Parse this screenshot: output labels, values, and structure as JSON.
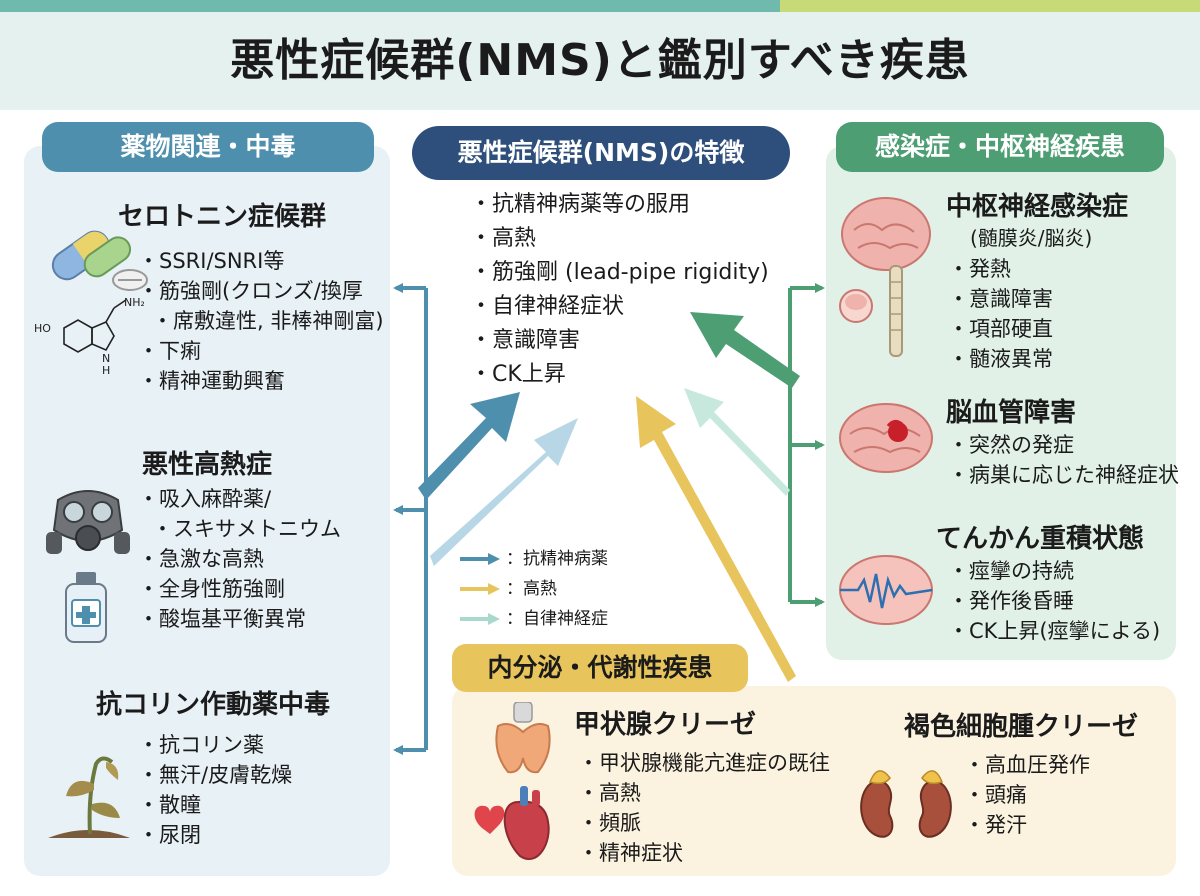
{
  "title": "悪性症候群(NMS)と鑑別すべき疾患",
  "colors": {
    "drug": "#4d8fac",
    "nms": "#2e4f7c",
    "infect": "#4e9e74",
    "endo": "#e7c45c",
    "arrow_blue": "#4d8fac",
    "arrow_yellow": "#e7c45c",
    "arrow_light": "#a9d9cc"
  },
  "nms": {
    "label": "悪性症候群(NMS)の特徴",
    "items": [
      "抗精神病薬等の服用",
      "高熱",
      "筋強剛 (lead-pipe rigidity)",
      "自律神経症状",
      "意識障害",
      "CK上昇"
    ]
  },
  "drug": {
    "label": "薬物関連・中毒",
    "serotonin": {
      "title": "セロトニン症候群",
      "items": [
        "SSRI/SNRI等",
        "筋強剛(クロンズ/換厚",
        "席敷違性, 非棒神剛富)",
        "下痢",
        "精神運動興奮"
      ],
      "molecule": {
        "nh2": "NH₂",
        "ho": "HO",
        "n": "N",
        "h": "H"
      }
    },
    "hyperthermia": {
      "title": "悪性高熱症",
      "items": [
        "吸入麻酔薬/",
        "スキサメトニウム",
        "急激な高熱",
        "全身性筋強剛",
        "酸塩基平衡異常"
      ]
    },
    "anticholinergic": {
      "title": "抗コリン作動薬中毒",
      "items": [
        "抗コリン薬",
        "無汗/皮膚乾燥",
        "散瞳",
        "尿閉"
      ]
    }
  },
  "infect": {
    "label": "感染症・中枢神経疾患",
    "cns": {
      "title": "中枢神経感染症",
      "subtitle": "(髄膜炎/脳炎)",
      "items": [
        "発熱",
        "意識障害",
        "項部硬直",
        "髄液異常"
      ]
    },
    "stroke": {
      "title": "脳血管障害",
      "items": [
        "突然の発症",
        "病巣に応じた神経症状"
      ]
    },
    "epilepsy": {
      "title": "てんかん重積状態",
      "items": [
        "痙攣の持続",
        "発作後昏睡",
        "CK上昇(痙攣による)"
      ]
    }
  },
  "endo": {
    "label": "内分泌・代謝性疾患",
    "thyroid": {
      "title": "甲状腺クリーゼ",
      "items": [
        "甲状腺機能亢進症の既往",
        "高熱",
        "頻脈",
        "精神症状"
      ]
    },
    "pheo": {
      "title": "褐色細胞腫クリーゼ",
      "items": [
        "高血圧発作",
        "頭痛",
        "発汗"
      ]
    }
  },
  "legend": [
    "：抗精神病薬",
    "：高熱",
    "：自律神経症"
  ]
}
